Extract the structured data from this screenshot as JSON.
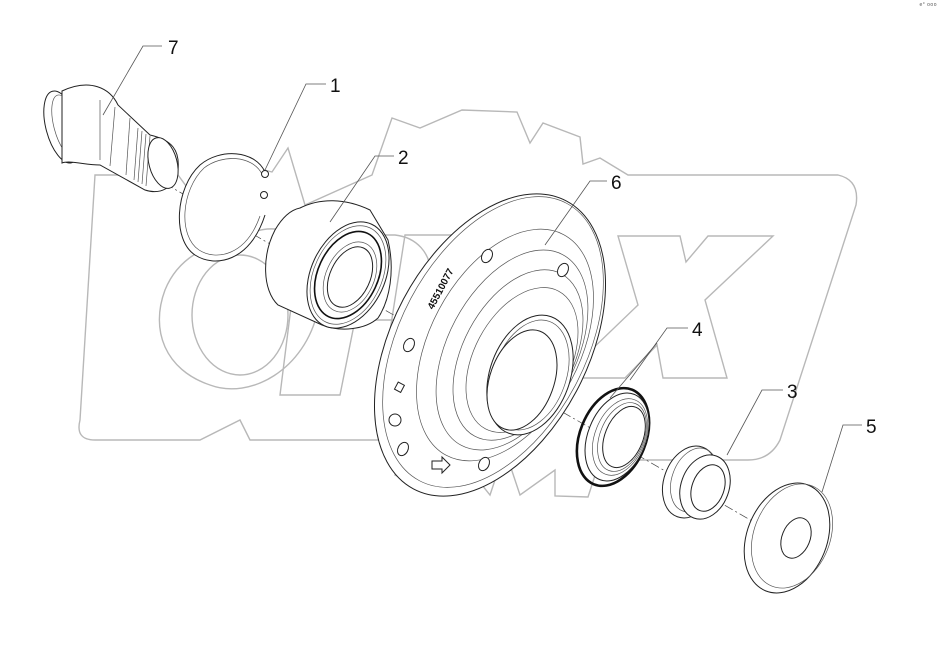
{
  "diagram": {
    "type": "exploded-parts-diagram",
    "watermark": "OPEX",
    "corner_mark": "e° ooo",
    "hub_stamp": "45510077",
    "callouts": [
      {
        "number": "1",
        "part": "circlip"
      },
      {
        "number": "2",
        "part": "bearing"
      },
      {
        "number": "3",
        "part": "bushing"
      },
      {
        "number": "4",
        "part": "oil-seal"
      },
      {
        "number": "5",
        "part": "washer"
      },
      {
        "number": "6",
        "part": "wheel-hub"
      },
      {
        "number": "7",
        "part": "spindle"
      }
    ]
  }
}
